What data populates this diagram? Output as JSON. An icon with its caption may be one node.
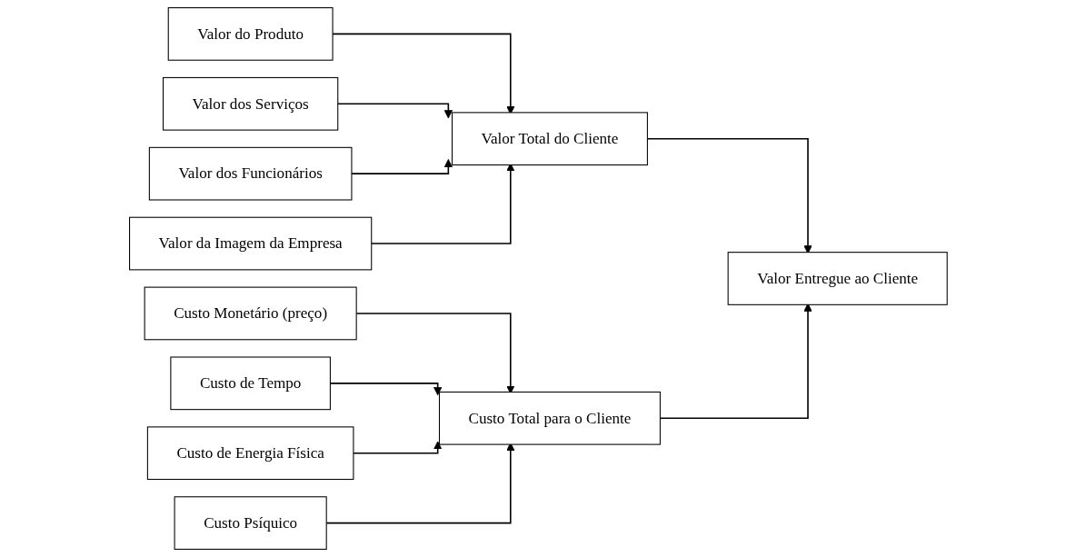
{
  "diagram": {
    "nodes": [
      {
        "text": [
          "Valor do Produto"
        ]
      },
      {
        "text": [
          "Valor dos Serviços"
        ]
      },
      {
        "text": [
          "Valor dos Funcionários"
        ]
      },
      {
        "text": [
          "Valor da Imagem da Empresa"
        ]
      },
      {
        "text": [
          "Valor Total do Cliente"
        ]
      },
      {
        "text": [
          "Custo Monetário (preço)"
        ]
      },
      {
        "text": [
          "Custo de Tempo"
        ]
      },
      {
        "text": [
          "Custo de Energia Física"
        ]
      },
      {
        "text": [
          "Custo Psíquico"
        ]
      },
      {
        "text": [
          "Custo Total para o Cliente"
        ]
      },
      {
        "text": [
          "Valor Entregue ao Cliente"
        ]
      }
    ],
    "edges": [
      {
        "from": 0,
        "to": 4,
        "arrow": "to"
      },
      {
        "from": 1,
        "to": 4,
        "arrow": "to"
      },
      {
        "from": 2,
        "to": 4,
        "arrow": "to"
      },
      {
        "from": 3,
        "to": 4,
        "arrow": "to"
      },
      {
        "from": 5,
        "to": 9,
        "arrow": "to"
      },
      {
        "from": 6,
        "to": 9,
        "arrow": "to"
      },
      {
        "from": 7,
        "to": 9,
        "arrow": "to"
      },
      {
        "from": 8,
        "to": 9,
        "arrow": "to"
      },
      {
        "from": 4,
        "to": 10,
        "arrow": "to"
      },
      {
        "from": 9,
        "to": 10,
        "arrow": "to"
      }
    ]
  }
}
